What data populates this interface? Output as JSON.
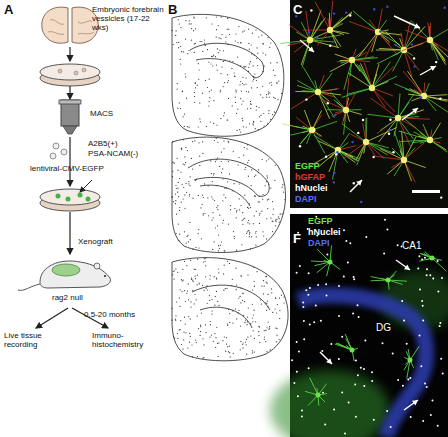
{
  "diagram": {
    "labels": [
      "A",
      "Embryonic forebrain vessicles (17-22 wks)",
      "MACS",
      "A2B5(+)",
      "PSA-NCAM(-)",
      "lentiviral-CMV-EGFP",
      "Xenograft",
      "rag2 null",
      "0.5-20 months",
      "Live tissue recording",
      "Immuno- histochemistry",
      "B",
      "C",
      "EGFP",
      "hGFAP",
      "hNuclei",
      "DAPI",
      "F",
      "EGFP",
      "hNuclei",
      "DAPI",
      "CA1",
      "DG"
    ]
  }
}
